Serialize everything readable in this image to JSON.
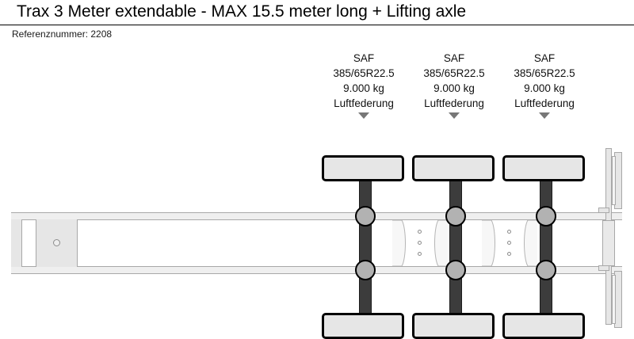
{
  "header": {
    "title": "Trax 3 Meter extendable - MAX 15.5 meter long + Lifting axle",
    "reference_label": "Referenznummer: 2208"
  },
  "diagram": {
    "view": "trailer-top-view",
    "colors": {
      "tire_fill": "#e6e6e6",
      "tire_stroke": "#000000",
      "axle_beam": "#3c3c3c",
      "hub_fill": "#b2b2b2",
      "frame_fill": "#efefef",
      "frame_stroke": "#a8a8a8",
      "arrow": "#777777"
    },
    "axles": [
      {
        "brand": "SAF",
        "tire_size": "385/65R22.5",
        "capacity": "9.000 kg",
        "suspension": "Luftfederung",
        "marker": "arrow-down-icon"
      },
      {
        "brand": "SAF",
        "tire_size": "385/65R22.5",
        "capacity": "9.000 kg",
        "suspension": "Luftfederung",
        "marker": "arrow-down-icon"
      },
      {
        "brand": "SAF",
        "tire_size": "385/65R22.5",
        "capacity": "9.000 kg",
        "suspension": "Luftfederung",
        "marker": "arrow-down-icon"
      }
    ]
  }
}
